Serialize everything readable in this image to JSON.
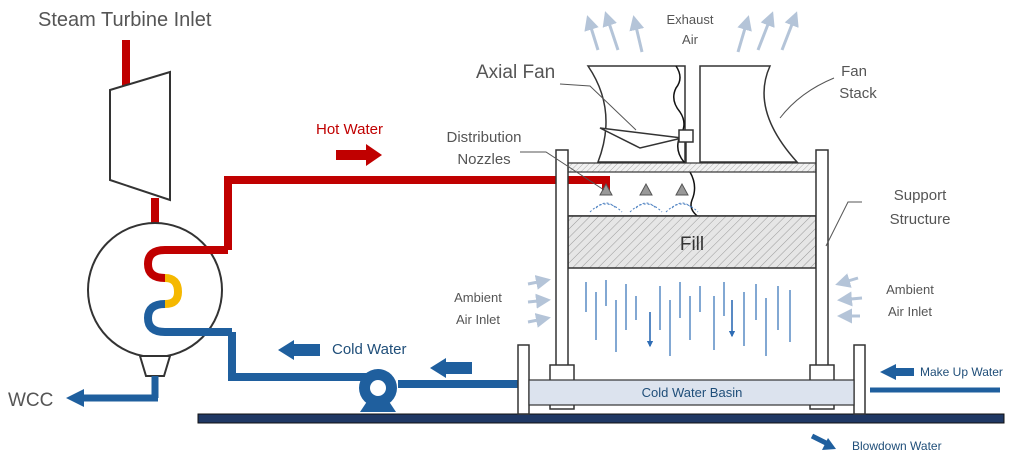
{
  "labels": {
    "steam_turbine_inlet": "Steam Turbine Inlet",
    "exhaust_air_1": "Exhaust",
    "exhaust_air_2": "Air",
    "axial_fan": "Axial Fan",
    "fan_stack_1": "Fan",
    "fan_stack_2": "Stack",
    "hot_water": "Hot Water",
    "distribution_nozzles_1": "Distribution",
    "distribution_nozzles_2": "Nozzles",
    "support_structure_1": "Support",
    "support_structure_2": "Structure",
    "fill": "Fill",
    "ambient_air_inlet_left_1": "Ambient",
    "ambient_air_inlet_left_2": "Air Inlet",
    "ambient_air_inlet_right_1": "Ambient",
    "ambient_air_inlet_right_2": "Air Inlet",
    "cold_water": "Cold Water",
    "make_up_water": "Make Up Water",
    "wcc": "WCC",
    "cold_water_basin": "Cold Water Basin",
    "blowdown_water": "Blowdown Water"
  },
  "colors": {
    "hot_water": "#c00000",
    "cold_water": "#1f5f9e",
    "transition": "#f5b800",
    "air_arrow": "#b4c4d8",
    "ground": "#1f3864",
    "basin": "#dce3ee"
  },
  "icons": [
    "flow-arrow-icon",
    "air-arrow-icon",
    "nozzle-icon",
    "pump-icon",
    "turbine-icon",
    "condenser-icon"
  ]
}
